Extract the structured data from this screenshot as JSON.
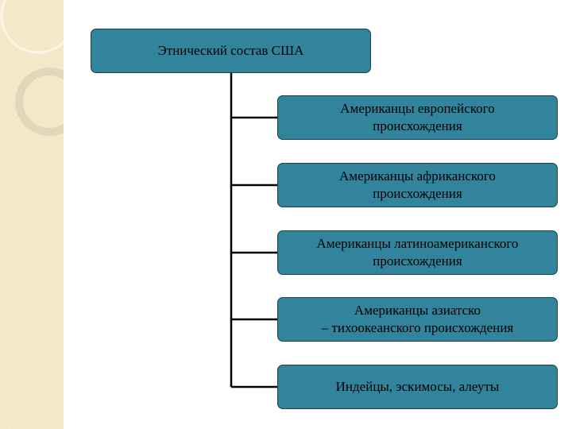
{
  "diagram": {
    "root_label": "Этнический состав США",
    "children": [
      {
        "line1": "Американцы европейского",
        "line2": "происхождения"
      },
      {
        "line1": "Американцы африканского",
        "line2": "происхождения"
      },
      {
        "line1": "Американцы латиноамериканского",
        "line2": "происхождения"
      },
      {
        "line1": "Американцы азиатско",
        "line2": "– тихоокеанского происхождения"
      },
      {
        "line1": "Индейцы, эскимосы, алеуты",
        "line2": ""
      }
    ]
  },
  "colors": {
    "box_fill": "#31849b",
    "box_border": "#1f3f4a",
    "connector": "#000000",
    "side_strip": "#f3e6c2"
  }
}
